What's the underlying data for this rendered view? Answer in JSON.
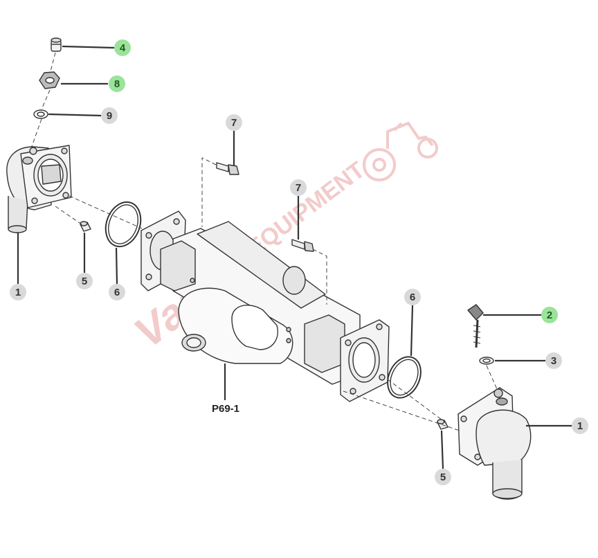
{
  "diagram": {
    "assembly_label": "P69-1",
    "callouts": [
      {
        "id": "c4",
        "number": "4",
        "highlighted": true
      },
      {
        "id": "c8",
        "number": "8",
        "highlighted": true
      },
      {
        "id": "c9",
        "number": "9",
        "highlighted": false
      },
      {
        "id": "c7a",
        "number": "7",
        "highlighted": false
      },
      {
        "id": "c7b",
        "number": "7",
        "highlighted": false
      },
      {
        "id": "c1a",
        "number": "1",
        "highlighted": false
      },
      {
        "id": "c5a",
        "number": "5",
        "highlighted": false
      },
      {
        "id": "c6a",
        "number": "6",
        "highlighted": false
      },
      {
        "id": "c6b",
        "number": "6",
        "highlighted": false
      },
      {
        "id": "c2",
        "number": "2",
        "highlighted": true
      },
      {
        "id": "c3",
        "number": "3",
        "highlighted": false
      },
      {
        "id": "c1b",
        "number": "1",
        "highlighted": false
      },
      {
        "id": "c5b",
        "number": "5",
        "highlighted": false
      }
    ]
  },
  "watermark": {
    "brand_script": "Vanco",
    "brand_word": "EQUIPMENT",
    "color": "#e8a0a0"
  },
  "colors": {
    "highlight_fill": "#9be39b",
    "normal_fill": "#d9d9d9",
    "line": "#333333"
  }
}
